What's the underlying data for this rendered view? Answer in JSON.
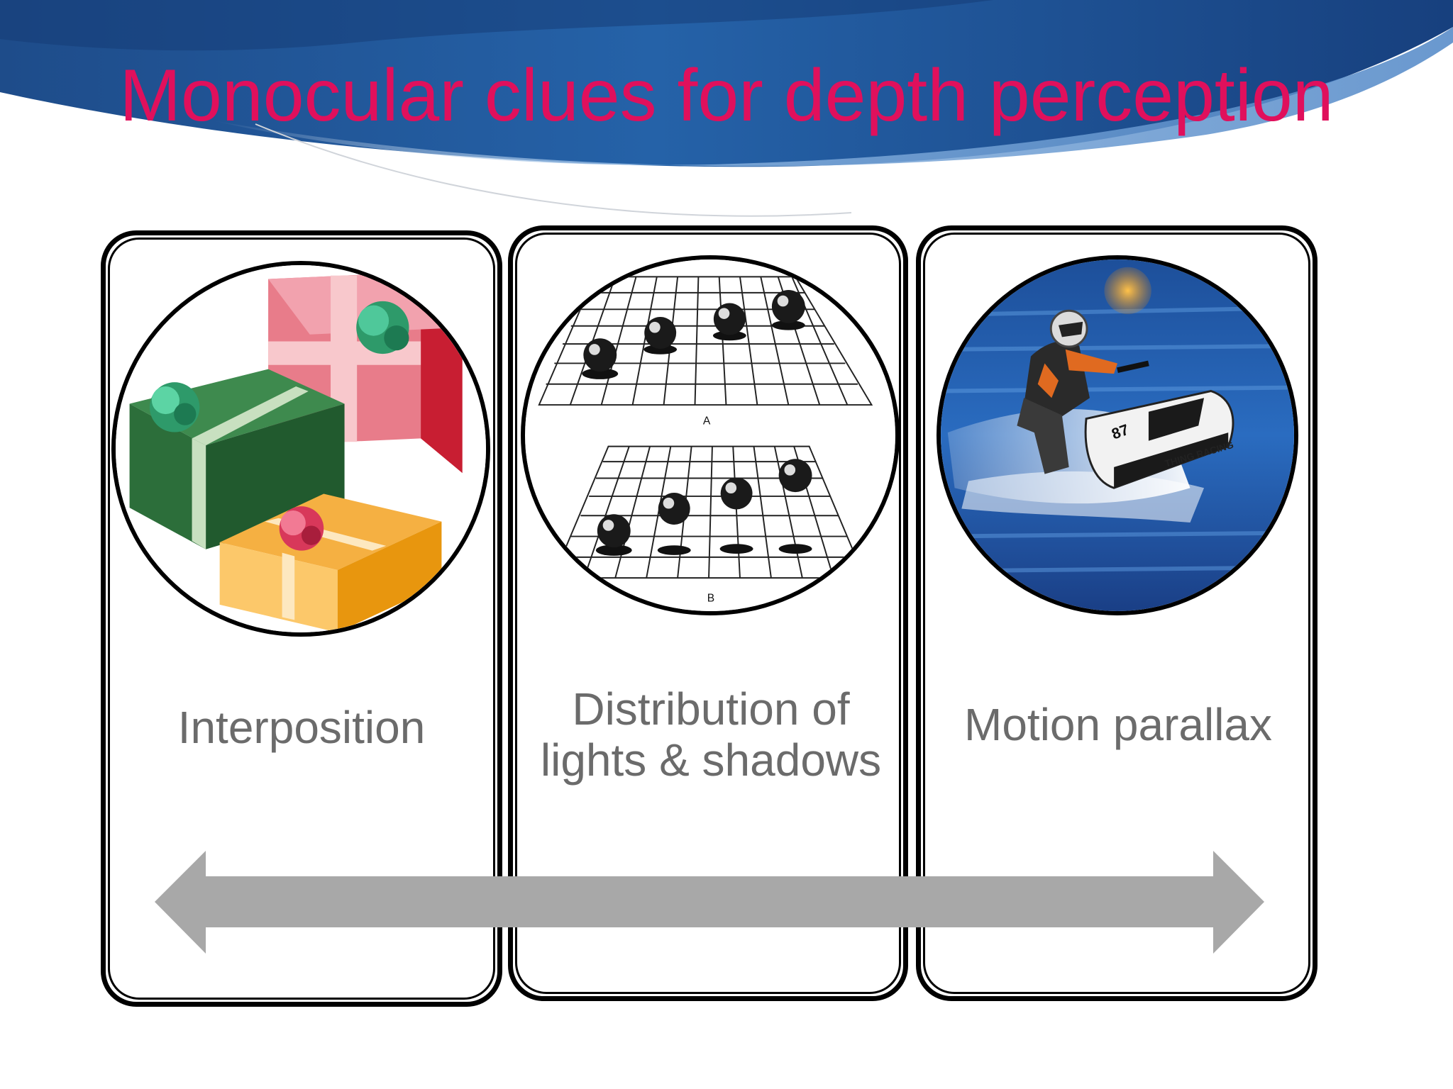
{
  "slide": {
    "title": "Monocular clues for depth perception",
    "title_color": "#e0105c",
    "label_color": "#6b6b6b"
  },
  "cards": [
    {
      "label": "Interposition",
      "icon": "gift-boxes-image"
    },
    {
      "label": "Distribution of lights & shadows",
      "icon": "grid-spheres-image",
      "panel_a": "A",
      "panel_b": "B"
    },
    {
      "label": "Motion parallax",
      "icon": "jet-ski-image",
      "hull_text": "THING RACING",
      "number": "87"
    }
  ],
  "arrow": {
    "icon": "double-headed-arrow",
    "color": "#a8a8a8"
  }
}
